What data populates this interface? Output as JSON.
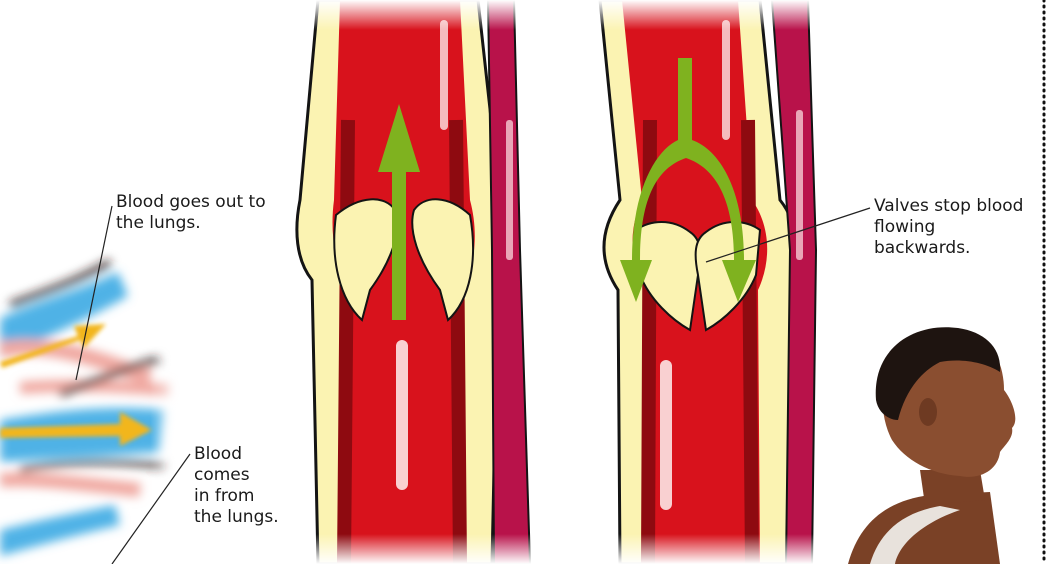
{
  "labels": {
    "out": [
      "Blood goes out to",
      "the lungs."
    ],
    "in": [
      "Blood",
      "comes",
      "in from",
      "the lungs."
    ],
    "valves": [
      "Valves stop blood",
      "flowing",
      "backwards."
    ]
  },
  "colors": {
    "blood": "#d8121c",
    "blood_dark": "#8e0a10",
    "wall": "#fbf3b2",
    "artery": "#b8124a",
    "arrow": "#7fb21f",
    "lung_blue": "#4fb2e6",
    "lung_pink": "#f0a8a0",
    "lung_arrow": "#f2b61e",
    "skin": "#8a4e30",
    "hair": "#1e1410"
  },
  "icons": {
    "open_valve_arrow": "up-arrow-icon",
    "closed_valve_arrow": "split-arrow-icon"
  }
}
